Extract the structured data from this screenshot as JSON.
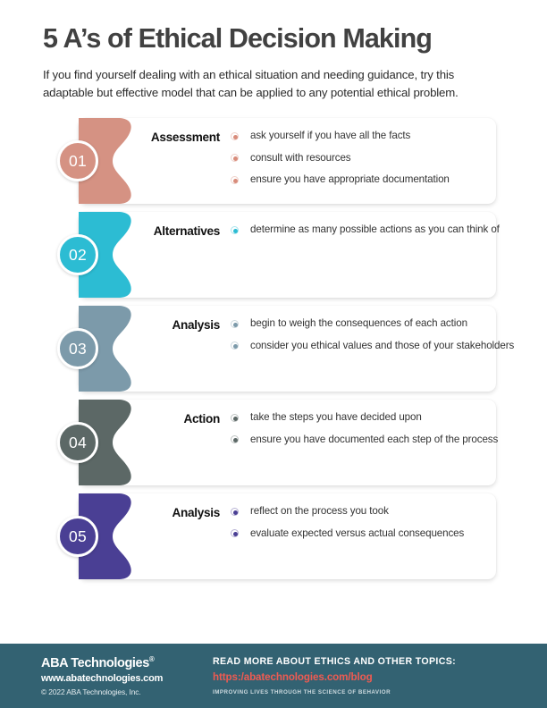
{
  "header": {
    "title": "5 A’s of Ethical Decision Making",
    "subtitle": "If you find yourself dealing with an ethical situation and needing guidance, try this adaptable but effective model that can be applied to any potential ethical problem."
  },
  "steps": [
    {
      "number": "01",
      "name": "Assessment",
      "color": "#D59283",
      "bullet_color": "#D88C7B",
      "bullets": [
        "ask yourself if you have all the facts",
        "consult with resources",
        "ensure you have appropriate documentation"
      ]
    },
    {
      "number": "02",
      "name": "Alternatives",
      "color": "#2CBCD3",
      "bullet_color": "#2CBCD3",
      "bullets": [
        "determine as many possible actions as you can think of"
      ]
    },
    {
      "number": "03",
      "name": "Analysis",
      "color": "#7C9AAA",
      "bullet_color": "#7C9AAA",
      "bullets": [
        "begin to weigh the consequences of each action",
        "consider you ethical values and those of your stakeholders"
      ]
    },
    {
      "number": "04",
      "name": "Action",
      "color": "#5C6866",
      "bullet_color": "#5C6866",
      "bullets": [
        "take the steps you have decided upon",
        "ensure you have documented each step of the process"
      ]
    },
    {
      "number": "05",
      "name": "Analysis",
      "color": "#4A3F94",
      "bullet_color": "#4A3F94",
      "bullets": [
        "reflect on the process you took",
        "evaluate expected versus actual consequences"
      ]
    }
  ],
  "footer": {
    "background_color": "#336272",
    "brand_name": "ABA Technologies",
    "brand_trademark": "®",
    "brand_url": "www.abatechnologies.com",
    "copyright": "© 2022 ABA Technologies, Inc.",
    "cta_label": "READ MORE ABOUT ETHICS AND OTHER TOPICS:",
    "cta_link": "https:/abatechnologies.com/blog",
    "cta_link_color": "#EF5B52",
    "tagline": "IMPROVING LIVES THROUGH THE SCIENCE OF BEHAVIOR"
  }
}
